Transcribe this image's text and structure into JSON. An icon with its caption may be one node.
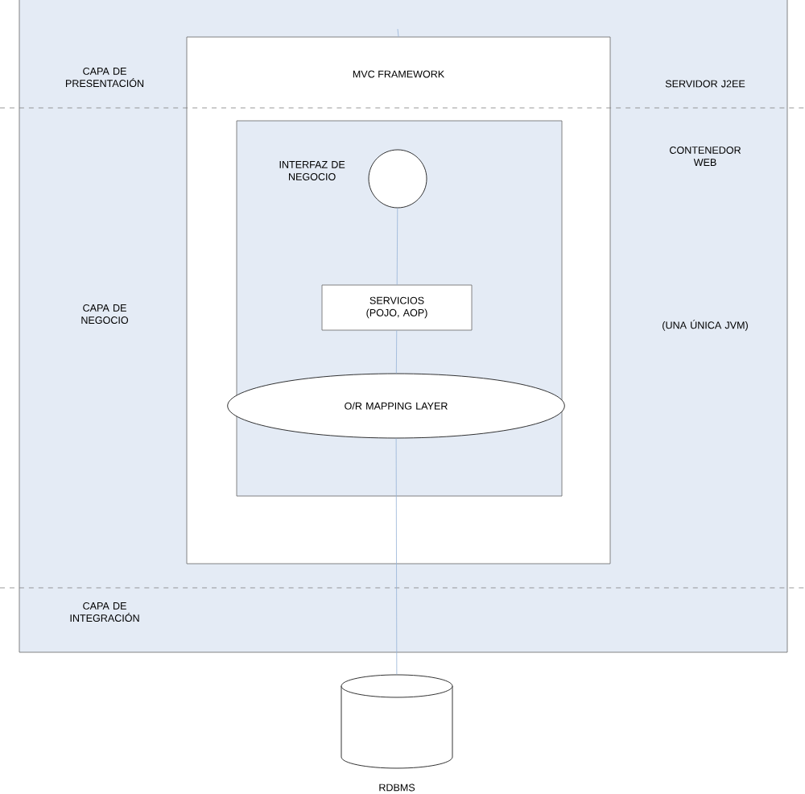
{
  "diagram": {
    "nodes": [
      {
        "text": [],
        "shape": "box"
      },
      {
        "text": [
          "MVC FRAMEWORK"
        ],
        "in": 0
      },
      {
        "text": [],
        "shape": "box",
        "in": 1
      },
      {
        "text": [],
        "shape": "circle",
        "in": 2,
        "beside": [
          "INTERFAZ DE NEGOCIO"
        ]
      },
      {
        "text": [
          "SERVICIOS (POJO, AOP)"
        ],
        "in": 2
      },
      {
        "text": [
          "O/R MAPPING LAYER"
        ],
        "in": 2
      },
      {
        "text": [],
        "shape": "cylinder",
        "beside": [
          "RDBMS"
        ]
      }
    ],
    "edges": [
      {
        "from": null,
        "to": 1,
        "arrow": "none"
      },
      {
        "from": 3,
        "to": 4,
        "arrow": "none"
      },
      {
        "from": 4,
        "to": 5,
        "arrow": "none"
      },
      {
        "from": 5,
        "to": 6,
        "arrow": "none"
      }
    ],
    "labels": [
      "CAPA DE PRESENTACIÓN",
      "SERVIDOR J2EE",
      "CONTENEDOR WEB",
      "CAPA DE NEGOCIO",
      "(UNA ÚNICA JVM)",
      "CAPA DE INTEGRACIÓN"
    ]
  }
}
